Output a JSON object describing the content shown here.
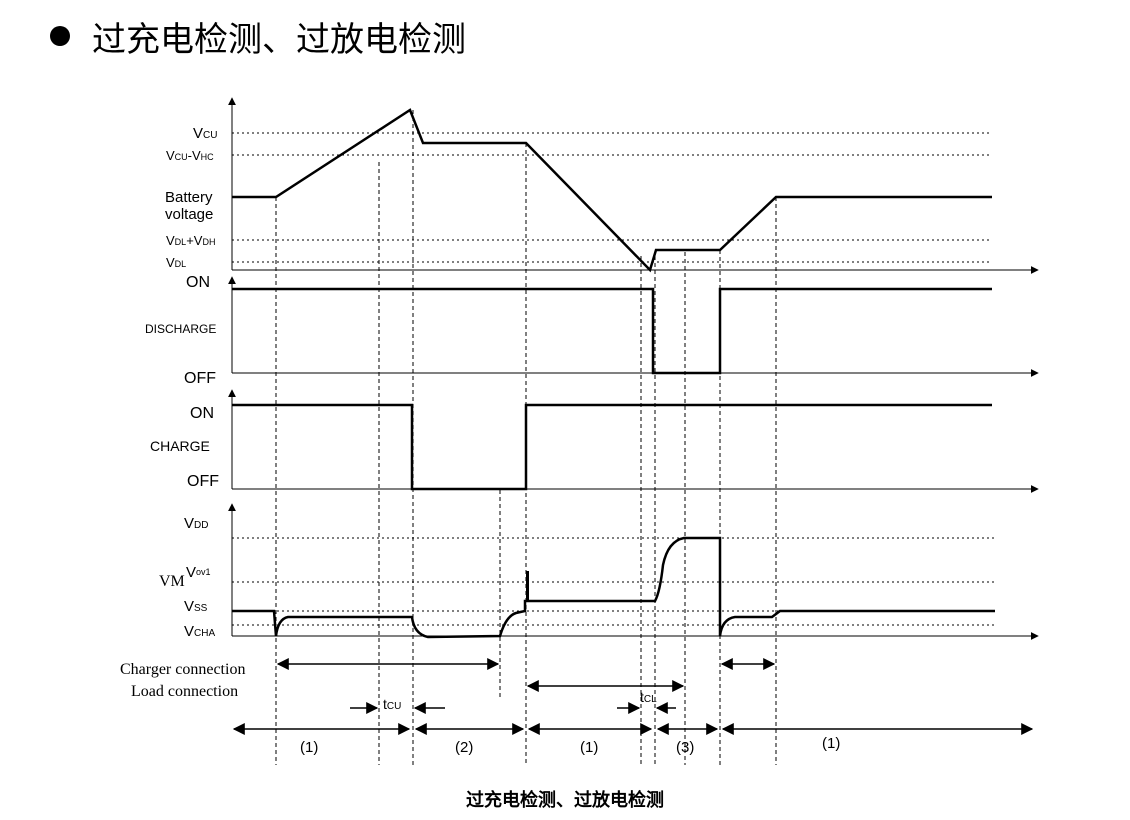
{
  "title": "过充电检测、过放电检测",
  "caption": "过充电检测、过放电检测",
  "battery_panel": {
    "labels": {
      "vcu": {
        "main": "V",
        "sub": "CU"
      },
      "vcu_vhc": {
        "p1": "V",
        "s1": "CU",
        "p2": "-V",
        "s2": "HC"
      },
      "battery": "Battery",
      "voltage": "voltage",
      "vdl_vdh": {
        "p1": "V",
        "s1": "DL",
        "p2": "+V",
        "s2": "DH"
      },
      "vdl": {
        "main": "V",
        "sub": "DL"
      }
    }
  },
  "discharge_panel": {
    "on": "ON",
    "name": "DISCHARGE",
    "off": "OFF"
  },
  "charge_panel": {
    "on": "ON",
    "name": "CHARGE",
    "off": "OFF"
  },
  "vm_panel": {
    "vdd": {
      "main": "V",
      "sub": "DD"
    },
    "vm": "VM",
    "vov1": {
      "main": "V",
      "sub": "ov1"
    },
    "vss": {
      "main": "V",
      "sub": "SS"
    },
    "vcha": {
      "main": "V",
      "sub": "CHA"
    }
  },
  "connections": {
    "charger": "Charger connection",
    "load": "Load connection"
  },
  "timing": {
    "tcu": {
      "main": "t",
      "sub": "CU"
    },
    "tcl": {
      "main": "t",
      "sub": "CL"
    }
  },
  "states": [
    "(1)",
    "(2)",
    "(1)",
    "(3)",
    "(1)"
  ]
}
